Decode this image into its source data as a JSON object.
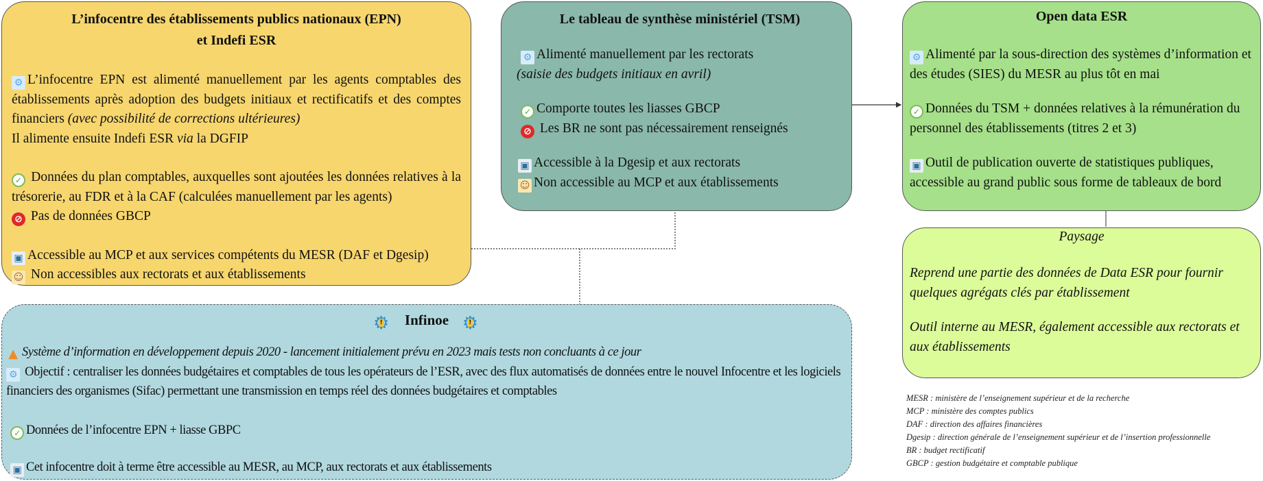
{
  "epn": {
    "title_line1": "L’infocentre des établissements publics nationaux (EPN)",
    "title_line2": "et Indefi ESR",
    "p1_text": "L’infocentre EPN est alimenté manuellement par les agents comptables des établissements après adoption des budgets initiaux et rectificatifs et des comptes financiers ",
    "p1_italic": "(avec possibilité de corrections ultérieures)",
    "p2_pre": "Il alimente ensuite Indefi ESR ",
    "p2_italic": "via",
    "p2_post": " la DGFIP",
    "data_text": " Données du plan comptables, auxquelles sont ajoutées les données relatives à la trésorerie, au FDR et à la CAF (calculées manuellement par les agents)",
    "no_data": " Pas de données GBCP",
    "access": "Accessible au MCP et aux services compétents du MESR (DAF et Dgesip)",
    "no_access": " Non accessibles aux rectorats et aux établissements"
  },
  "tsm": {
    "title": "Le tableau de synthèse ministériel (TSM)",
    "feed": "Alimenté manuellement par les rectorats",
    "feed_note": "(saisie des budgets initiaux en avril)",
    "data": "Comporte toutes les liasses GBCP",
    "no_data": " Les BR ne sont pas nécessairement renseignés",
    "access": "Accessible à la Dgesip et aux rectorats",
    "no_access": "Non accessible au MCP et aux établissements"
  },
  "opendata": {
    "title": "Open data ESR",
    "feed": "Alimenté par la sous-direction des systèmes d’information et des études (SIES) du MESR au plus tôt en mai",
    "data": "Données du TSM + données relatives à la rémunération du personnel des établissements (titres 2 et 3)",
    "access": "Outil de publication ouverte de statistiques publiques, accessible au grand public sous forme de tableaux de bord"
  },
  "paysage": {
    "title": "Paysage",
    "p1": "Reprend une partie des données de Data ESR pour fournir quelques agrégats clés par établissement",
    "p2": "Outil interne au MESR, également accessible aux rectorats et aux établissements"
  },
  "infinoe": {
    "title": "Infinoe",
    "status": "Système d’information en développement depuis 2020  - lancement initialement prévu en 2023 mais tests non concluants à ce jour",
    "objective": " Objectif : centraliser les données budgétaires et comptables de tous les opérateurs de l’ESR, avec des flux automatisés de données entre le nouvel Infocentre et les logiciels financiers des organismes (Sifac) permettant une transmission en temps réel des données budgétaires et comptables",
    "data": "Données de l’infocentre EPN + liasse GBPC",
    "access": "Cet infocentre doit à terme être accessible au MESR, au MCP, aux rectorats et aux établissements"
  },
  "legend": [
    "MESR : ministère de l’enseignement supérieur et de la recherche",
    "MCP : ministère des comptes publics",
    "DAF : direction des affaires financières",
    "Dgesip : direction générale de l’enseignement supérieur et de l’insertion professionnelle",
    "BR : budget rectificatif",
    "GBCP : gestion budgétaire et comptable publique"
  ],
  "icons": {
    "gear": "⚙",
    "check": "✓",
    "no": "⊘",
    "person": "▣",
    "noperson": "☺",
    "cone": "▲",
    "warn_gear": "⚙"
  },
  "colors": {
    "epn": "#f7d66e",
    "tsm": "#8ab8aa",
    "opendata": "#a6e08a",
    "paysage": "#dcfc9a",
    "infinoe": "#b1d8df"
  }
}
